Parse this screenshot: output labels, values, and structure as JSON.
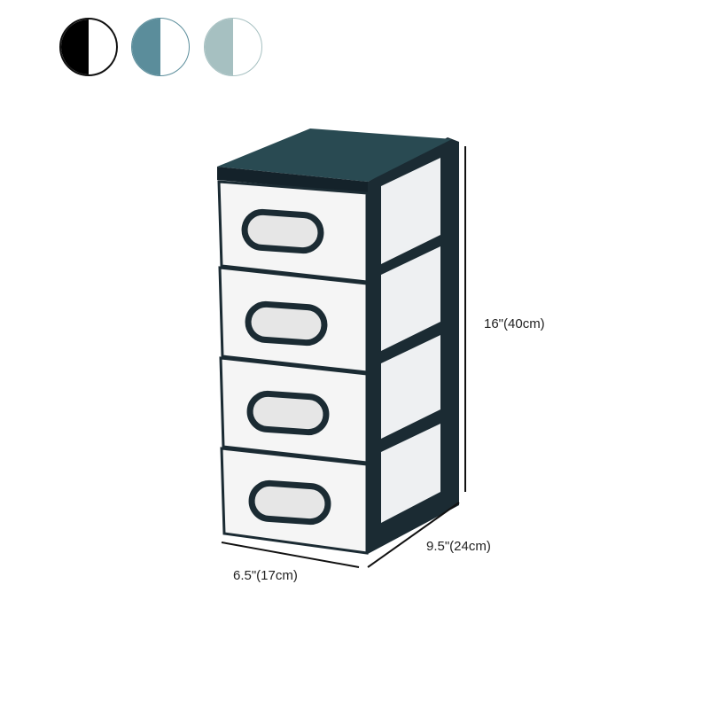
{
  "color_options": [
    {
      "name": "black",
      "color": "#000000",
      "border": "#1a1a1a"
    },
    {
      "name": "teal-blue",
      "color": "#5b8d9b",
      "border": "#5b8d9b"
    },
    {
      "name": "sage-gray",
      "color": "#a6c0c1",
      "border": "#a6c0c1"
    }
  ],
  "product": {
    "type": "4-drawer storage cabinet",
    "frame_color": "#1b2b33",
    "top_color": "#294a52",
    "drawer_color": "#f4f4f4",
    "drawer_count": 4
  },
  "dimensions": {
    "height": "16\"(40cm)",
    "depth": "9.5\"(24cm)",
    "width": "6.5\"(17cm)"
  }
}
